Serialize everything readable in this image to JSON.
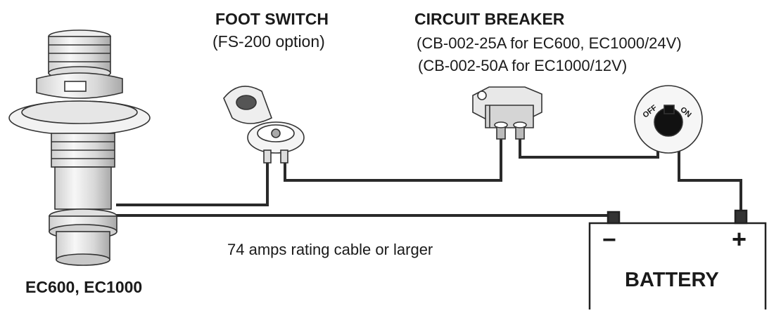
{
  "labels": {
    "foot_switch_title": "FOOT SWITCH",
    "foot_switch_option": "(FS-200 option)",
    "breaker_title": "CIRCUIT BREAKER",
    "breaker_spec_1": "(CB-002-25A for EC600, EC1000/24V)",
    "breaker_spec_2": "(CB-002-50A for EC1000/12V)",
    "cable_note": "74 amps rating cable or larger",
    "windlass": "EC600, EC1000",
    "battery": "BATTERY",
    "minus": "−",
    "plus": "+",
    "switch_off": "OFF",
    "switch_on": "ON"
  },
  "components": [
    {
      "name": "windlass-motor",
      "icon": "windlass-icon"
    },
    {
      "name": "foot-switch",
      "icon": "foot-switch-icon"
    },
    {
      "name": "circuit-breaker",
      "icon": "circuit-breaker-icon"
    },
    {
      "name": "battery-switch",
      "icon": "rotary-switch-icon"
    },
    {
      "name": "battery",
      "icon": "battery-icon"
    }
  ],
  "colors": {
    "wire": "#2a2a2a",
    "line_art": "#333333",
    "background": "#ffffff"
  }
}
